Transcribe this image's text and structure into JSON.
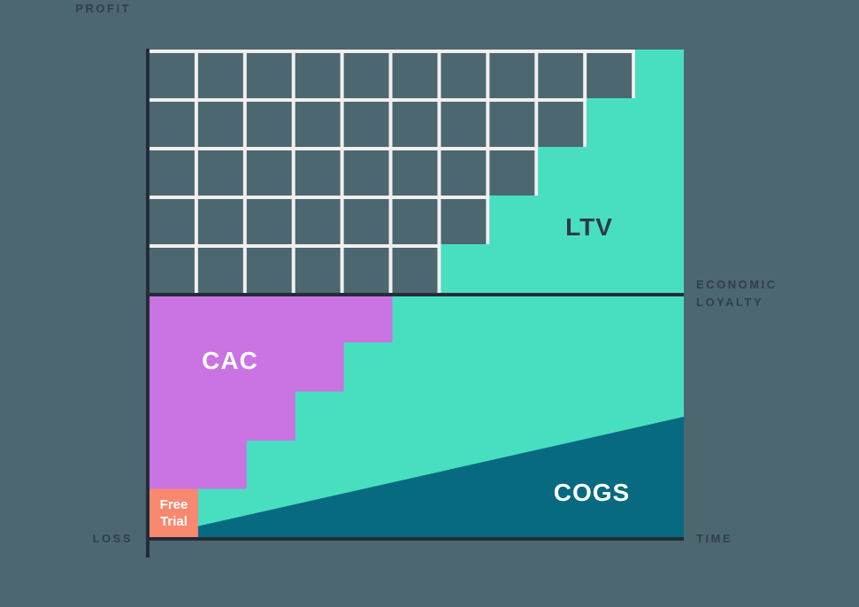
{
  "colors": {
    "background": "#4c6770",
    "cell": "#4c6770",
    "grid_line": "#f1efed",
    "axis_line": "#232c38",
    "axis_text": "#323e4c",
    "ltv": "#48dfc1",
    "cac": "#ca73e3",
    "cogs": "#076a80",
    "free_trial": "#f8886f",
    "area_label_dark": "#2d3a47",
    "area_label_light": "#ffffff"
  },
  "labels": {
    "profit": "PROFIT",
    "loss": "LOSS",
    "economic_loyalty": "ECONOMIC LOYALTY",
    "time": "TIME",
    "ltv": "LTV",
    "cac": "CAC",
    "cogs": "COGS",
    "free_trial": "Free Trial"
  },
  "chart_data": {
    "type": "area",
    "title": "SaaS unit economics: LTV staircase above the economic-loyalty axis; CAC staircase, Free Trial block and COGS wedge below it over time",
    "xlabel": "TIME",
    "ylabel_top": "PROFIT",
    "ylabel_bottom": "LOSS",
    "zero_axis_label": "ECONOMIC LOYALTY",
    "grid": {
      "columns": 11,
      "rows_above_axis": 5,
      "rows_below_axis": 5,
      "gridlines_visible": true
    },
    "legend": "none, areas labeled inline",
    "series": [
      {
        "name": "LTV",
        "region": "above_axis",
        "shape": "ascending_staircase",
        "start_col_per_row_top_to_bottom": [
          10,
          9,
          8,
          7,
          6
        ],
        "teal_columns_per_row_top_to_bottom": [
          1,
          2,
          3,
          4,
          5
        ]
      },
      {
        "name": "CAC",
        "region": "below_axis",
        "shape": "descending_staircase",
        "end_col_per_row_top_to_bottom": [
          5,
          4,
          3,
          2
        ],
        "purple_columns_per_row_top_to_bottom": [
          5,
          4,
          3,
          2
        ]
      },
      {
        "name": "Free Trial",
        "region": "below_axis",
        "shape": "single_cell",
        "row_below_axis": 5,
        "columns": 1
      },
      {
        "name": "COGS",
        "region": "below_axis",
        "shape": "right_triangle_rising_with_time",
        "height_at_right_edge_rows": 2.5
      }
    ],
    "annotations": [
      "LTV",
      "CAC",
      "COGS",
      "Free Trial"
    ]
  }
}
